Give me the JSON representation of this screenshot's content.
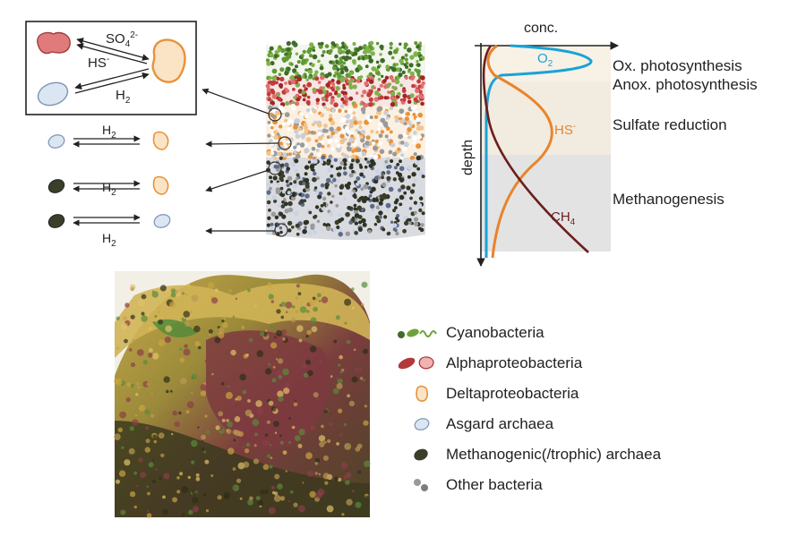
{
  "interaction_box": {
    "sulfate": "SO",
    "sulfate_sub": "4",
    "sulfate_sup": "2-",
    "sulfide": "HS",
    "sulfide_sup": "-",
    "hydrogen": "H",
    "hydrogen_sub": "2"
  },
  "exchanges": [
    {
      "label": "H",
      "sub": "2"
    },
    {
      "label": "H",
      "sub": "2"
    },
    {
      "label": "H",
      "sub": "2"
    }
  ],
  "profile": {
    "x_label": "conc.",
    "y_label": "depth",
    "o2": "O",
    "o2_sub": "2",
    "hs": "HS",
    "hs_sup": "-",
    "ch4": "CH",
    "ch4_sub": "4",
    "zones": [
      "Ox. photosynthesis",
      "Anox. photosynthesis",
      "Sulfate reduction",
      "Methanogenesis"
    ],
    "colors": {
      "o2": "#1aa3d6",
      "hs": "#e8842c",
      "ch4": "#6b1e1e",
      "zone_light": "#f4ece0",
      "zone_dark": "#e2e2e2"
    }
  },
  "legend": [
    {
      "label": "Cyanobacteria",
      "icon": "cyanobacteria-icon"
    },
    {
      "label": "Alphaproteobacteria",
      "icon": "alphaproteobacteria-icon"
    },
    {
      "label": "Deltaproteobacteria",
      "icon": "deltaproteobacteria-icon"
    },
    {
      "label": "Asgard archaea",
      "icon": "asgard-archaea-icon"
    },
    {
      "label": "Methanogenic(/trophic) archaea",
      "icon": "methanogenic-archaea-icon"
    },
    {
      "label": "Other bacteria",
      "icon": "other-bacteria-icon"
    }
  ]
}
